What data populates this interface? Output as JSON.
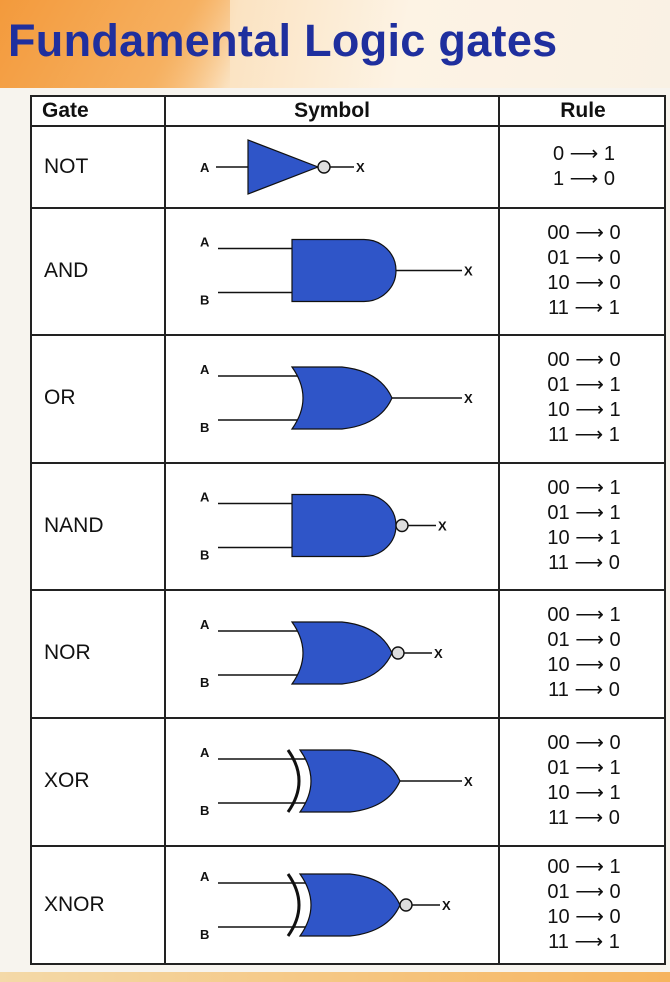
{
  "title": "Fundamental Logic gates",
  "headers": {
    "gate": "Gate",
    "symbol": "Symbol",
    "rule": "Rule"
  },
  "colors": {
    "title": "#1f2f9e",
    "gate_fill": "#2f55c8",
    "accent_orange": "#f39a3c"
  },
  "gates": [
    {
      "name": "NOT",
      "type": "not",
      "inputs": [
        "A"
      ],
      "output": "X",
      "rules": [
        "0 ⟶ 1",
        "1 ⟶ 0"
      ]
    },
    {
      "name": "AND",
      "type": "and",
      "inputs": [
        "A",
        "B"
      ],
      "output": "X",
      "rules": [
        "00 ⟶ 0",
        "01 ⟶ 0",
        "10 ⟶ 0",
        "11 ⟶ 1"
      ]
    },
    {
      "name": "OR",
      "type": "or",
      "inputs": [
        "A",
        "B"
      ],
      "output": "X",
      "rules": [
        "00 ⟶ 0",
        "01 ⟶ 1",
        "10 ⟶ 1",
        "11 ⟶ 1"
      ]
    },
    {
      "name": "NAND",
      "type": "nand",
      "inputs": [
        "A",
        "B"
      ],
      "output": "X",
      "rules": [
        "00 ⟶ 1",
        "01 ⟶ 1",
        "10 ⟶ 1",
        "11 ⟶ 0"
      ]
    },
    {
      "name": "NOR",
      "type": "nor",
      "inputs": [
        "A",
        "B"
      ],
      "output": "X",
      "rules": [
        "00 ⟶ 1",
        "01 ⟶ 0",
        "10 ⟶ 0",
        "11 ⟶ 0"
      ]
    },
    {
      "name": "XOR",
      "type": "xor",
      "inputs": [
        "A",
        "B"
      ],
      "output": "X",
      "rules": [
        "00 ⟶ 0",
        "01 ⟶ 1",
        "10 ⟶ 1",
        "11 ⟶ 0"
      ]
    },
    {
      "name": "XNOR",
      "type": "xnor",
      "inputs": [
        "A",
        "B"
      ],
      "output": "X",
      "rules": [
        "00 ⟶ 1",
        "01 ⟶ 0",
        "10 ⟶ 0",
        "11 ⟶ 1"
      ]
    }
  ]
}
